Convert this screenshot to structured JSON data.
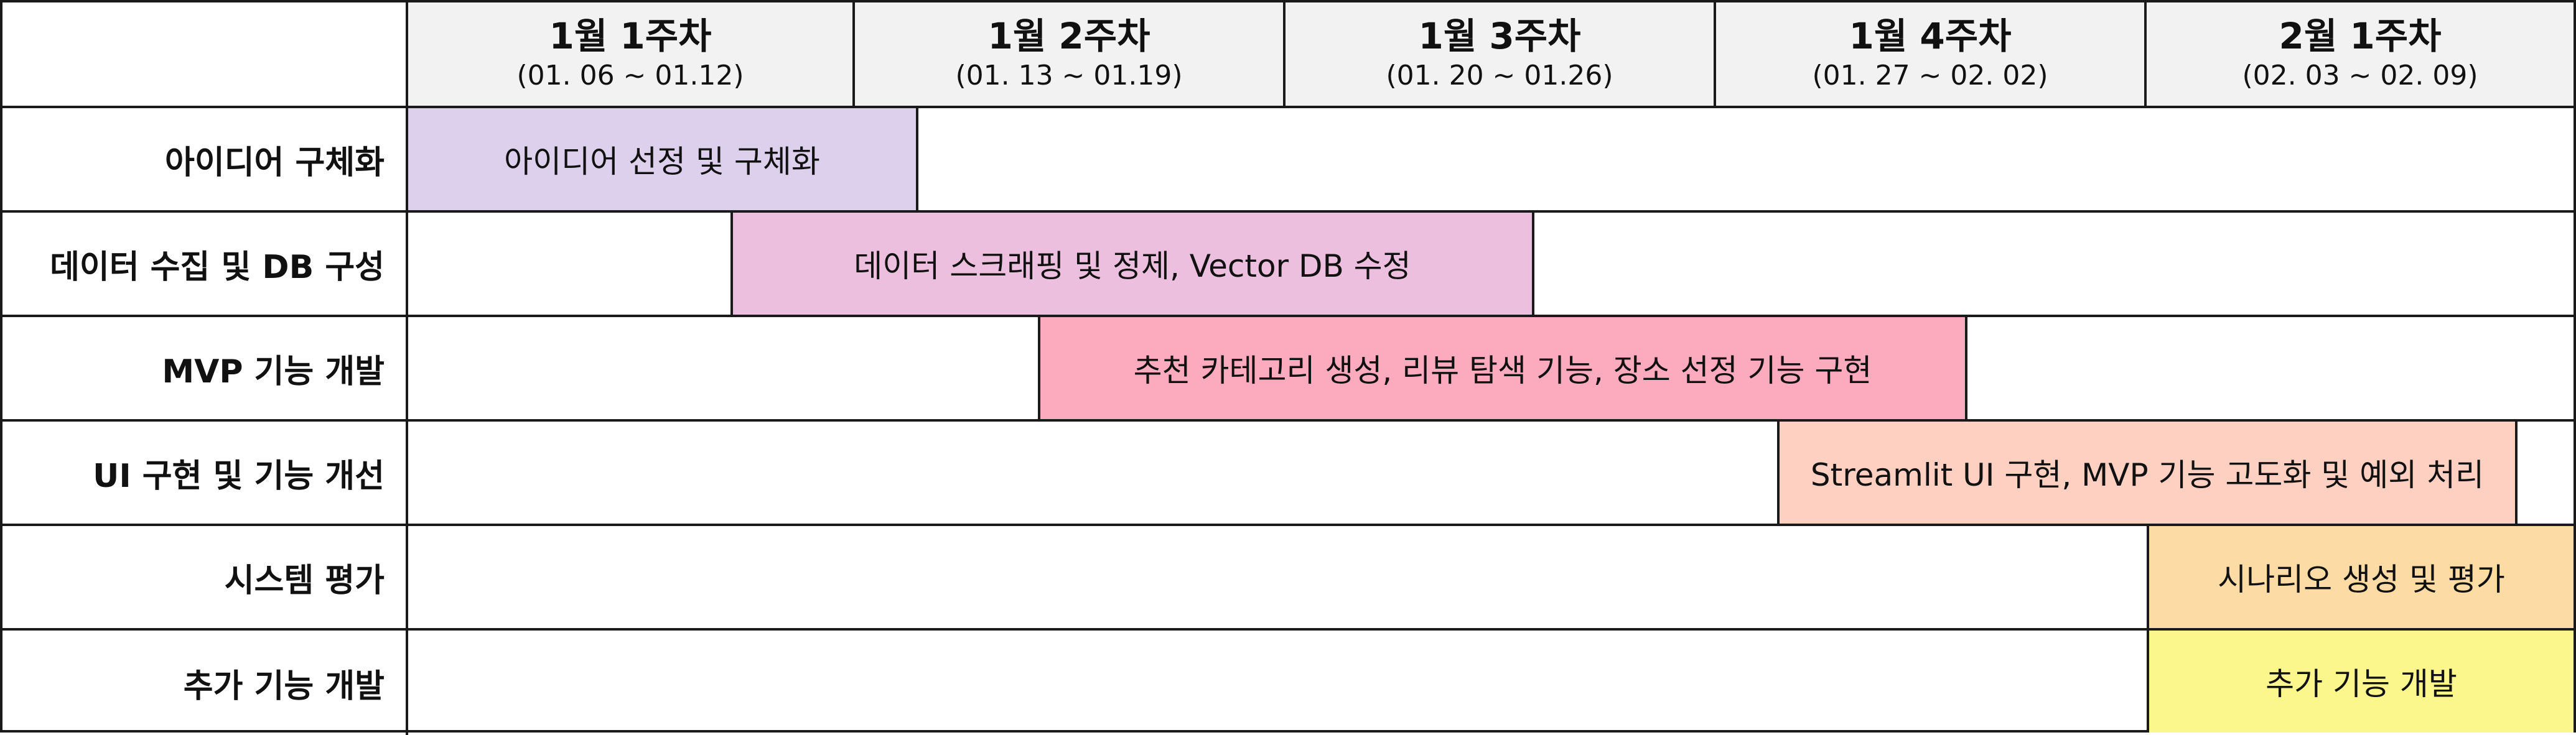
{
  "weeks": [
    {
      "title": "1월 1주차",
      "range": "(01. 06 ~ 01.12)"
    },
    {
      "title": "1월 2주차",
      "range": "(01. 13 ~ 01.19)"
    },
    {
      "title": "1월 3주차",
      "range": "(01. 20 ~ 01.26)"
    },
    {
      "title": "1월 4주차",
      "range": "(01. 27 ~ 02. 02)"
    },
    {
      "title": "2월 1주차",
      "range": "(02. 03 ~ 02. 09)"
    }
  ],
  "tasks": [
    {
      "label": "아이디어 구체화",
      "bar_text": "아이디어 선정 및 구체화",
      "color": "#dcd0ec"
    },
    {
      "label": "데이터 수집 및 DB 구성",
      "bar_text": "데이터 스크래핑 및 정제, Vector DB 수정",
      "color": "#ebbfdd"
    },
    {
      "label": "MVP 기능 개발",
      "bar_text": "추천 카테고리 생성, 리뷰 탐색 기능, 장소 선정 기능 구현",
      "color": "#fbabbd"
    },
    {
      "label": "UI 구현 및 기능 개선",
      "bar_text": "Streamlit UI 구현, MVP 기능 고도화 및 예외 처리",
      "color": "#fdd0c1"
    },
    {
      "label": "시스템 평가",
      "bar_text": "시나리오 생성 및 평가",
      "color": "#fddba4"
    },
    {
      "label": "추가 기능 개발",
      "bar_text": "추가 기능 개발",
      "color": "#fbf78c"
    }
  ]
}
